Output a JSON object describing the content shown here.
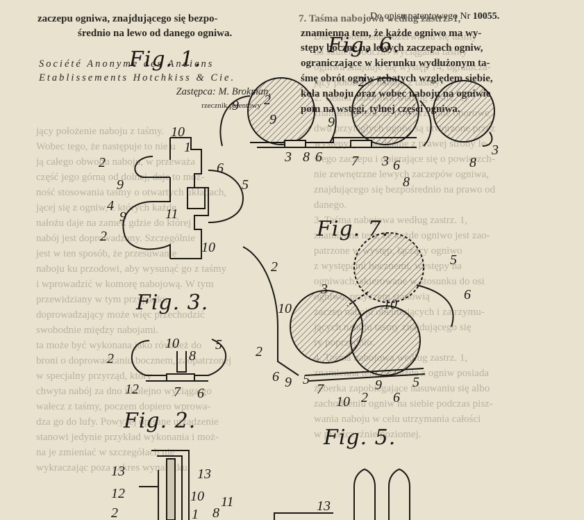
{
  "header": {
    "prefix": "Do opisu patentowego Nr",
    "number": "10055."
  },
  "top_text": {
    "left_line1": "zaczepu ogniwa, znajdującego się bezpo-",
    "left_line2": "średnio na lewo od danego ogniwa.",
    "right_line0": "7. Taśma nabojowa według zastrz. 1,",
    "right_line1": "znamienna tem, że każde ogniwo ma wy-",
    "right_line2": "stępy boczne na lewych zaczepach ogniw,",
    "right_line3": "ograniczające w kierunku wydłużonym ta-",
    "right_line4": "śmę obrót ogniw zębatych względem siebie,",
    "right_line5": "koła naboju oraz wobec naboju na ogniwie",
    "right_line6": "pom na wstęgi, tylnej części ogniwa."
  },
  "assignee": {
    "line1": "Société Anonyme des Anciens",
    "line2": "Etablissements Hotchkiss & Cie.",
    "line3": "Zastępca: M. Brokman,",
    "line4": "rzecznik patentowy"
  },
  "figures": {
    "fig1": "Fig. 1.",
    "fig6": "Fig. 6.",
    "fig7": "Fig. 7.",
    "fig3": "Fig. 3.",
    "fig2": "Fig. 2.",
    "fig5": "Fig. 5."
  },
  "bleed_left": [
    "jący położenie naboju z taśmy.",
    "Wobec tego, że następuje to nie u",
    "ją całego obwodu naboju, w przeważa",
    "część jego górną od dolnej, daje to moż-",
    "ność stosowania taśmy o otwartych układach,",
    "jącej się z ogniw, z których każde",
    "nałożu daje na zamek gdzie do której",
    "nabój jest doprowadzany. Szczególnie",
    "jest w ten sposób, że przesuwanie",
    "naboju ku przodowi, aby wysunąć go z taśmy",
    "i wprowadzić w komorę nabojową. W tym",
    "przewidziany w tym przypadku",
    "doprowadzający może więc przechodzić",
    "swobodnie między nabojami.",
    "ta może być wykonana jako również do",
    "broni o doprowadzaniu bocznem, zaopatrzonej",
    "w specjalny przyrząd, który",
    "chwyta nabój za dno i kolejno wyciąga go",
    "wałecz z taśmy, poczem dopiero wprowa-",
    "dza go do lufy. Powyżej opisane urządzenie",
    "stanowi jedynie przykład wykonania i moż-",
    "na je zmieniać w szczegółach nie",
    "wykraczając poza zakres wynalazku."
  ],
  "bleed_right": [
    "Dla zapobieżenia rozerwaniu się taśmy",
    "na skutek podczas wyciągania taśmy",
    "ogniwa znajduje się występ 14, ogranicza-",
    "jący położenie naboju z taśmy.",
    "2. Taśma nabojowa według zastrz. 1,",
    "znamienna tem, że powierzchnie oporowe",
    "dwu przyległych ogniw są utworzone przez",
    "występy, przewidziane z prawej strony le-",
    "wego zaczepu i opierające się o powierzch-",
    "nie zewnętrzne lewych zaczepów ogniwa,",
    "znajdującego się bezpośrednio na prawo od",
    "danego.",
    "3. Taśma nabojowa według zastrz. 1,",
    "znamienna tem, że każde ogniwo jest zao-",
    "patrzone w występ, łączący ogniwo",
    "z występami bocznemi, występy na",
    "ogniwach, skierowane w stosunku do osi",
    "ogniwa, przyczem stanowią",
    "zaczep naboju obejmujących i zatrzymu-",
    "jących naboju taśmy znajdującego się",
    "ry poprzednio.",
    "4. Taśma nabojowa według zastrz. 1,",
    "znamienna tem, że każde z ogniw posiada",
    "żeberka zapobiegające nasuwaniu się albo",
    "zachodzeniu ogniw na siebie podczas pisz-",
    "wania naboju w celu utrzymania całości",
    "w płaszczyźnie poziomej."
  ],
  "labels": {
    "n1": "1",
    "n2": "2",
    "n3": "3",
    "n4": "4",
    "n5": "5",
    "n6": "6",
    "n7": "7",
    "n8": "8",
    "n9": "9",
    "n10": "10",
    "n11": "11",
    "n12": "12",
    "n13": "13"
  }
}
